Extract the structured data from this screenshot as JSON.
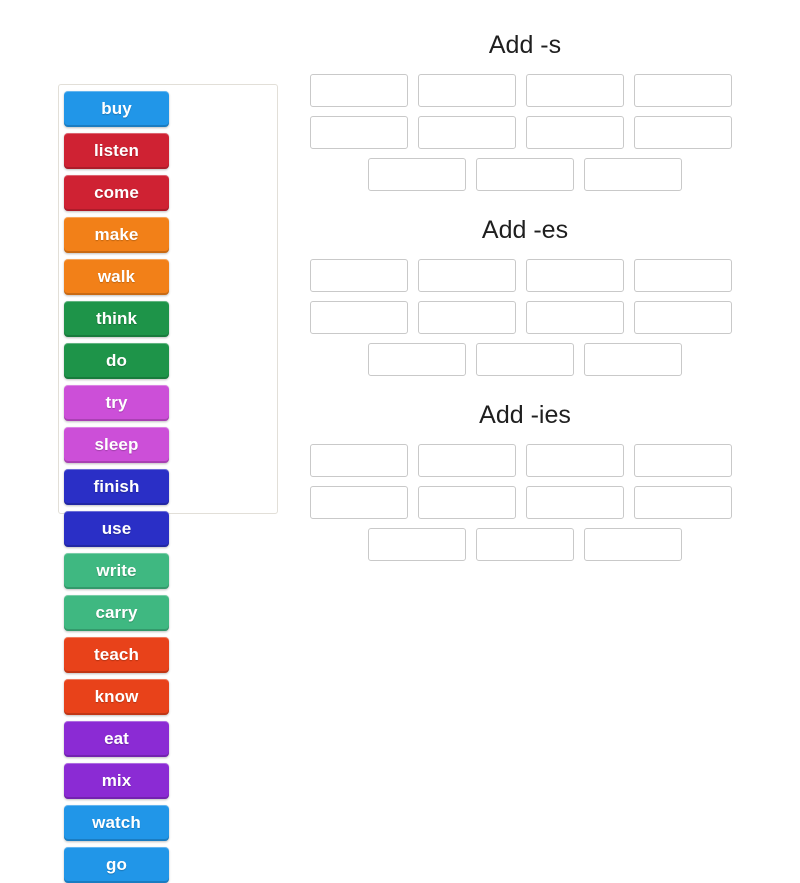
{
  "activity": {
    "type": "group-sort",
    "background_color": "#ffffff"
  },
  "word_bank": {
    "name": "word-bank",
    "tiles": [
      {
        "label": "buy",
        "color": "#2196e8"
      },
      {
        "label": "listen",
        "color": "#cf2233"
      },
      {
        "label": "come",
        "color": "#cf2233"
      },
      {
        "label": "make",
        "color": "#f28018"
      },
      {
        "label": "walk",
        "color": "#f28018"
      },
      {
        "label": "think",
        "color": "#1e9449"
      },
      {
        "label": "do",
        "color": "#1e9449"
      },
      {
        "label": "try",
        "color": "#cc4fd8"
      },
      {
        "label": "sleep",
        "color": "#cc4fd8"
      },
      {
        "label": "finish",
        "color": "#2a2fc6"
      },
      {
        "label": "use",
        "color": "#2a2fc6"
      },
      {
        "label": "write",
        "color": "#3fb881"
      },
      {
        "label": "carry",
        "color": "#3fb881"
      },
      {
        "label": "teach",
        "color": "#e8421a"
      },
      {
        "label": "know",
        "color": "#e8421a"
      },
      {
        "label": "eat",
        "color": "#8b2bd4"
      },
      {
        "label": "mix",
        "color": "#8b2bd4"
      },
      {
        "label": "watch",
        "color": "#2196e8"
      },
      {
        "label": "go",
        "color": "#2196e8"
      }
    ]
  },
  "groups": [
    {
      "title": "Add -s",
      "rows": [
        {
          "slots": 4,
          "centered": false
        },
        {
          "slots": 4,
          "centered": false
        },
        {
          "slots": 3,
          "centered": true
        }
      ]
    },
    {
      "title": "Add -es",
      "rows": [
        {
          "slots": 4,
          "centered": false
        },
        {
          "slots": 4,
          "centered": false
        },
        {
          "slots": 3,
          "centered": true
        }
      ]
    },
    {
      "title": "Add -ies",
      "rows": [
        {
          "slots": 4,
          "centered": false
        },
        {
          "slots": 4,
          "centered": false
        },
        {
          "slots": 3,
          "centered": true
        }
      ]
    }
  ]
}
